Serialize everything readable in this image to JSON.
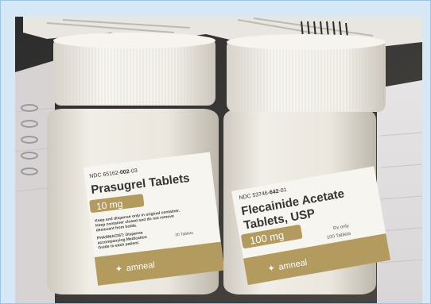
{
  "scene": {
    "description_icons": [
      "pill-bottle",
      "pill-bottle",
      "cloth",
      "notepad"
    ]
  },
  "left_bottle": {
    "ndc_prefix": "NDC 65162-",
    "ndc_bold": "002",
    "ndc_suffix": "-03",
    "drug_name": "Prasugrel Tablets",
    "strength": "10 mg",
    "warning_line1": "Keep and dispense only in original container.",
    "warning_line2": "Keep container closed and do not remove",
    "warning_line3": "desiccant from bottle.",
    "pharmacist_line1": "PHARMACIST: Dispense",
    "pharmacist_line2": "accompanying Medication",
    "pharmacist_line3": "Guide to each patient.",
    "count": "30 Tablets",
    "brand": "amneal"
  },
  "right_bottle": {
    "ndc_prefix": "NDC 53746-",
    "ndc_bold": "642",
    "ndc_suffix": "-01",
    "drug_name_line1": "Flecainide Acetate",
    "drug_name_line2": "Tablets, USP",
    "strength": "100 mg",
    "rx_only": "Rx only",
    "count": "100 Tablets",
    "brand": "amneal"
  },
  "colors": {
    "label_gold": "#b39a5e",
    "bottle_white": "#eeeae2",
    "cap_white": "#f4f2ec",
    "background_dark": "#3a3a3a"
  }
}
